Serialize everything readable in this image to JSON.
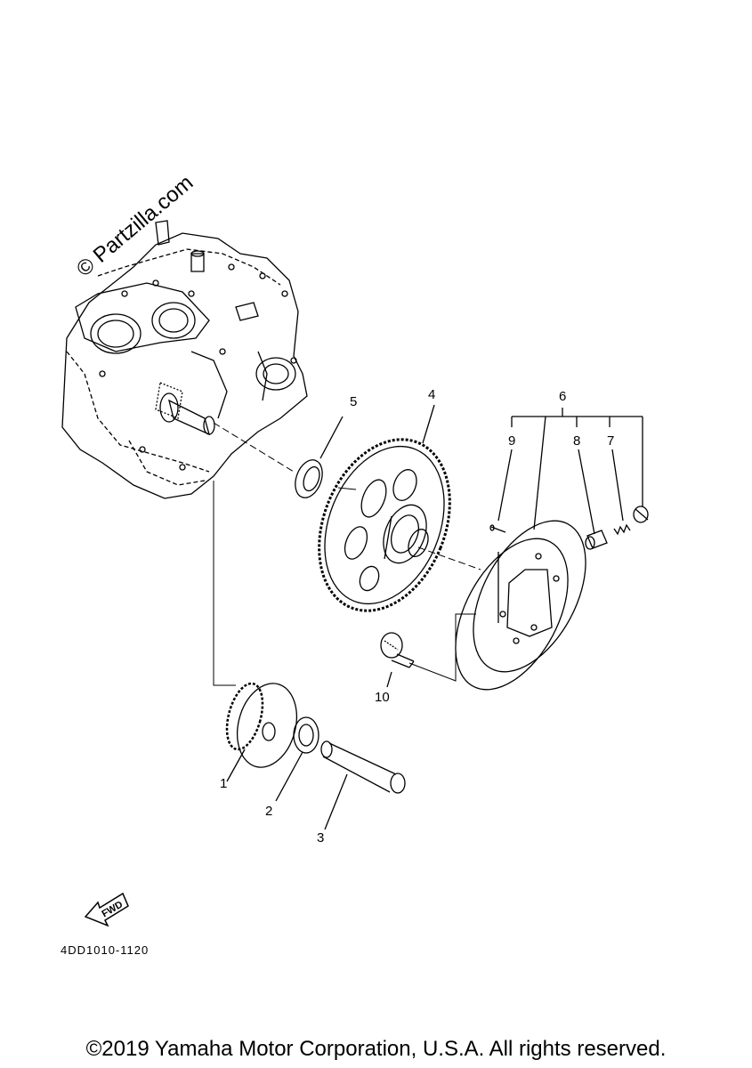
{
  "watermark": "© Partzilla.com",
  "diagram_code": "4DD1010-1120",
  "fwd_label": "FWD",
  "copyright": "©2019 Yamaha Motor Corporation, U.S.A. All rights reserved.",
  "callouts": [
    "1",
    "2",
    "3",
    "4",
    "5",
    "6",
    "7",
    "8",
    "9",
    "10"
  ]
}
